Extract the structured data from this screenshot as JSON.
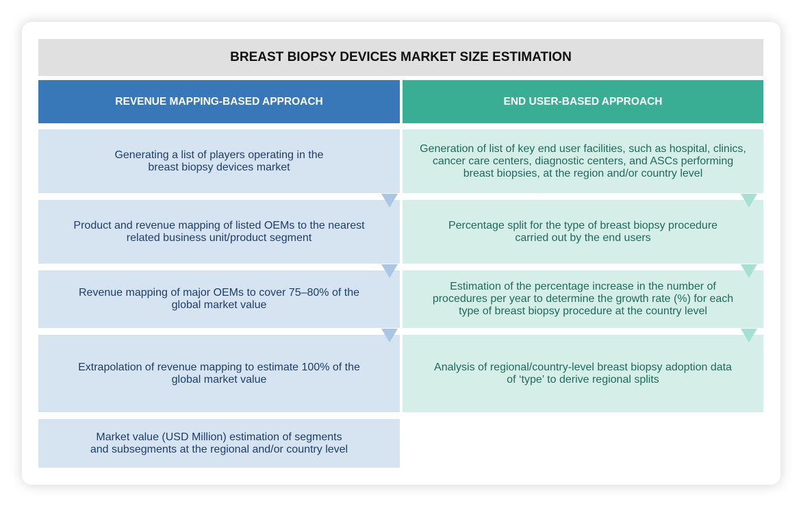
{
  "title": "BREAST BIOPSY DEVICES MARKET SIZE ESTIMATION",
  "left": {
    "header": "REVENUE MAPPING-BASED APPROACH",
    "steps": [
      "Generating a list of players operating in the breast biopsy devices market",
      "Product and revenue mapping of listed OEMs to the nearest related business unit/product segment",
      "Revenue mapping of major OEMs to cover 75–80% of the global market value",
      "Extrapolation of revenue mapping to estimate 100% of the global market value",
      "Market value (USD Million) estimation of segments and subsegments at the regional and/or country level"
    ]
  },
  "right": {
    "header": "END USER-BASED APPROACH",
    "steps": [
      "Generation of list of key end user facilities, such as hospital, clinics, cancer care centers, diagnostic centers, and ASCs performing breast biopsies, at the region and/or country level",
      "Percentage split for the type of breast biopsy procedure carried out by the end users",
      "Estimation of the percentage increase in the number of procedures per year to determine the growth rate (%) for each type of breast biopsy procedure at the country level",
      "Analysis of regional/country-level breast biopsy adoption data of ‘type’ to derive regional splits"
    ]
  }
}
